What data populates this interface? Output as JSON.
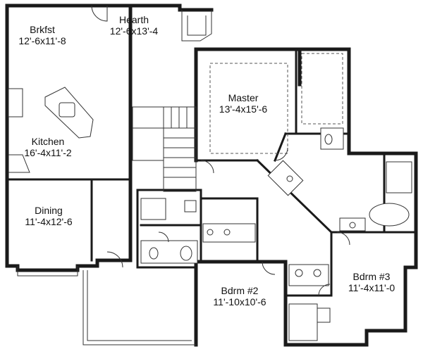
{
  "rooms": {
    "breakfast": {
      "name": "Brkfst",
      "size": "12'-6x11'-8"
    },
    "hearth": {
      "name": "Hearth",
      "size": "12'-6x13'-4"
    },
    "master": {
      "name": "Master",
      "size": "13'-4x15'-6"
    },
    "kitchen": {
      "name": "Kitchen",
      "size": "16'-4x11'-2"
    },
    "dining": {
      "name": "Dining",
      "size": "11'-4x12'-6"
    },
    "bedroom2": {
      "name": "Bdrm #2",
      "size": "11'-10x10'-6"
    },
    "bedroom3": {
      "name": "Bdrm #3",
      "size": "11'-4x11'-0"
    }
  }
}
